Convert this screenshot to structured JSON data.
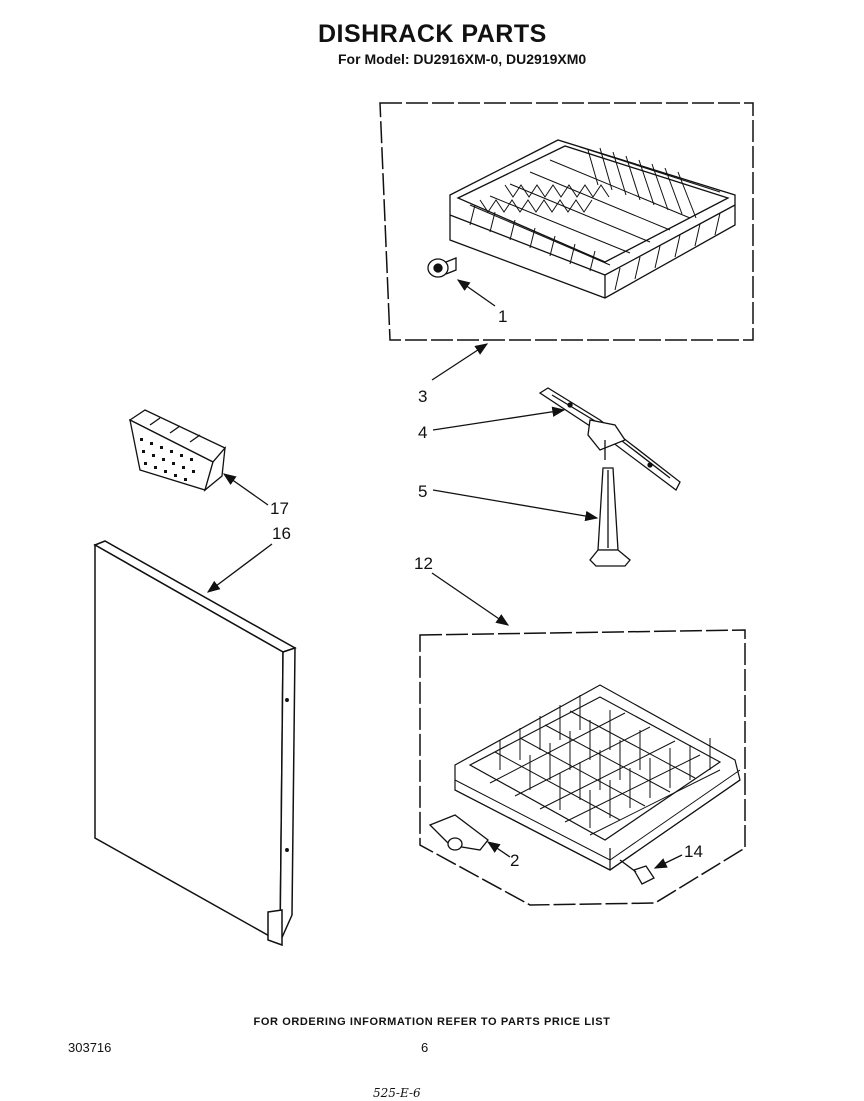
{
  "header": {
    "title": "DISHRACK PARTS",
    "subtitle": "For Model: DU2916XM-0, DU2919XM0"
  },
  "callouts": [
    {
      "id": "1",
      "label": "1"
    },
    {
      "id": "3",
      "label": "3"
    },
    {
      "id": "4",
      "label": "4"
    },
    {
      "id": "5",
      "label": "5"
    },
    {
      "id": "17",
      "label": "17"
    },
    {
      "id": "16",
      "label": "16"
    },
    {
      "id": "12",
      "label": "12"
    },
    {
      "id": "2",
      "label": "2"
    },
    {
      "id": "14",
      "label": "14"
    }
  ],
  "footer": {
    "ordering_note": "FOR ORDERING INFORMATION REFER TO PARTS PRICE LIST",
    "document_number": "303716",
    "page_number": "6",
    "handwritten_note": "525-E-6"
  }
}
